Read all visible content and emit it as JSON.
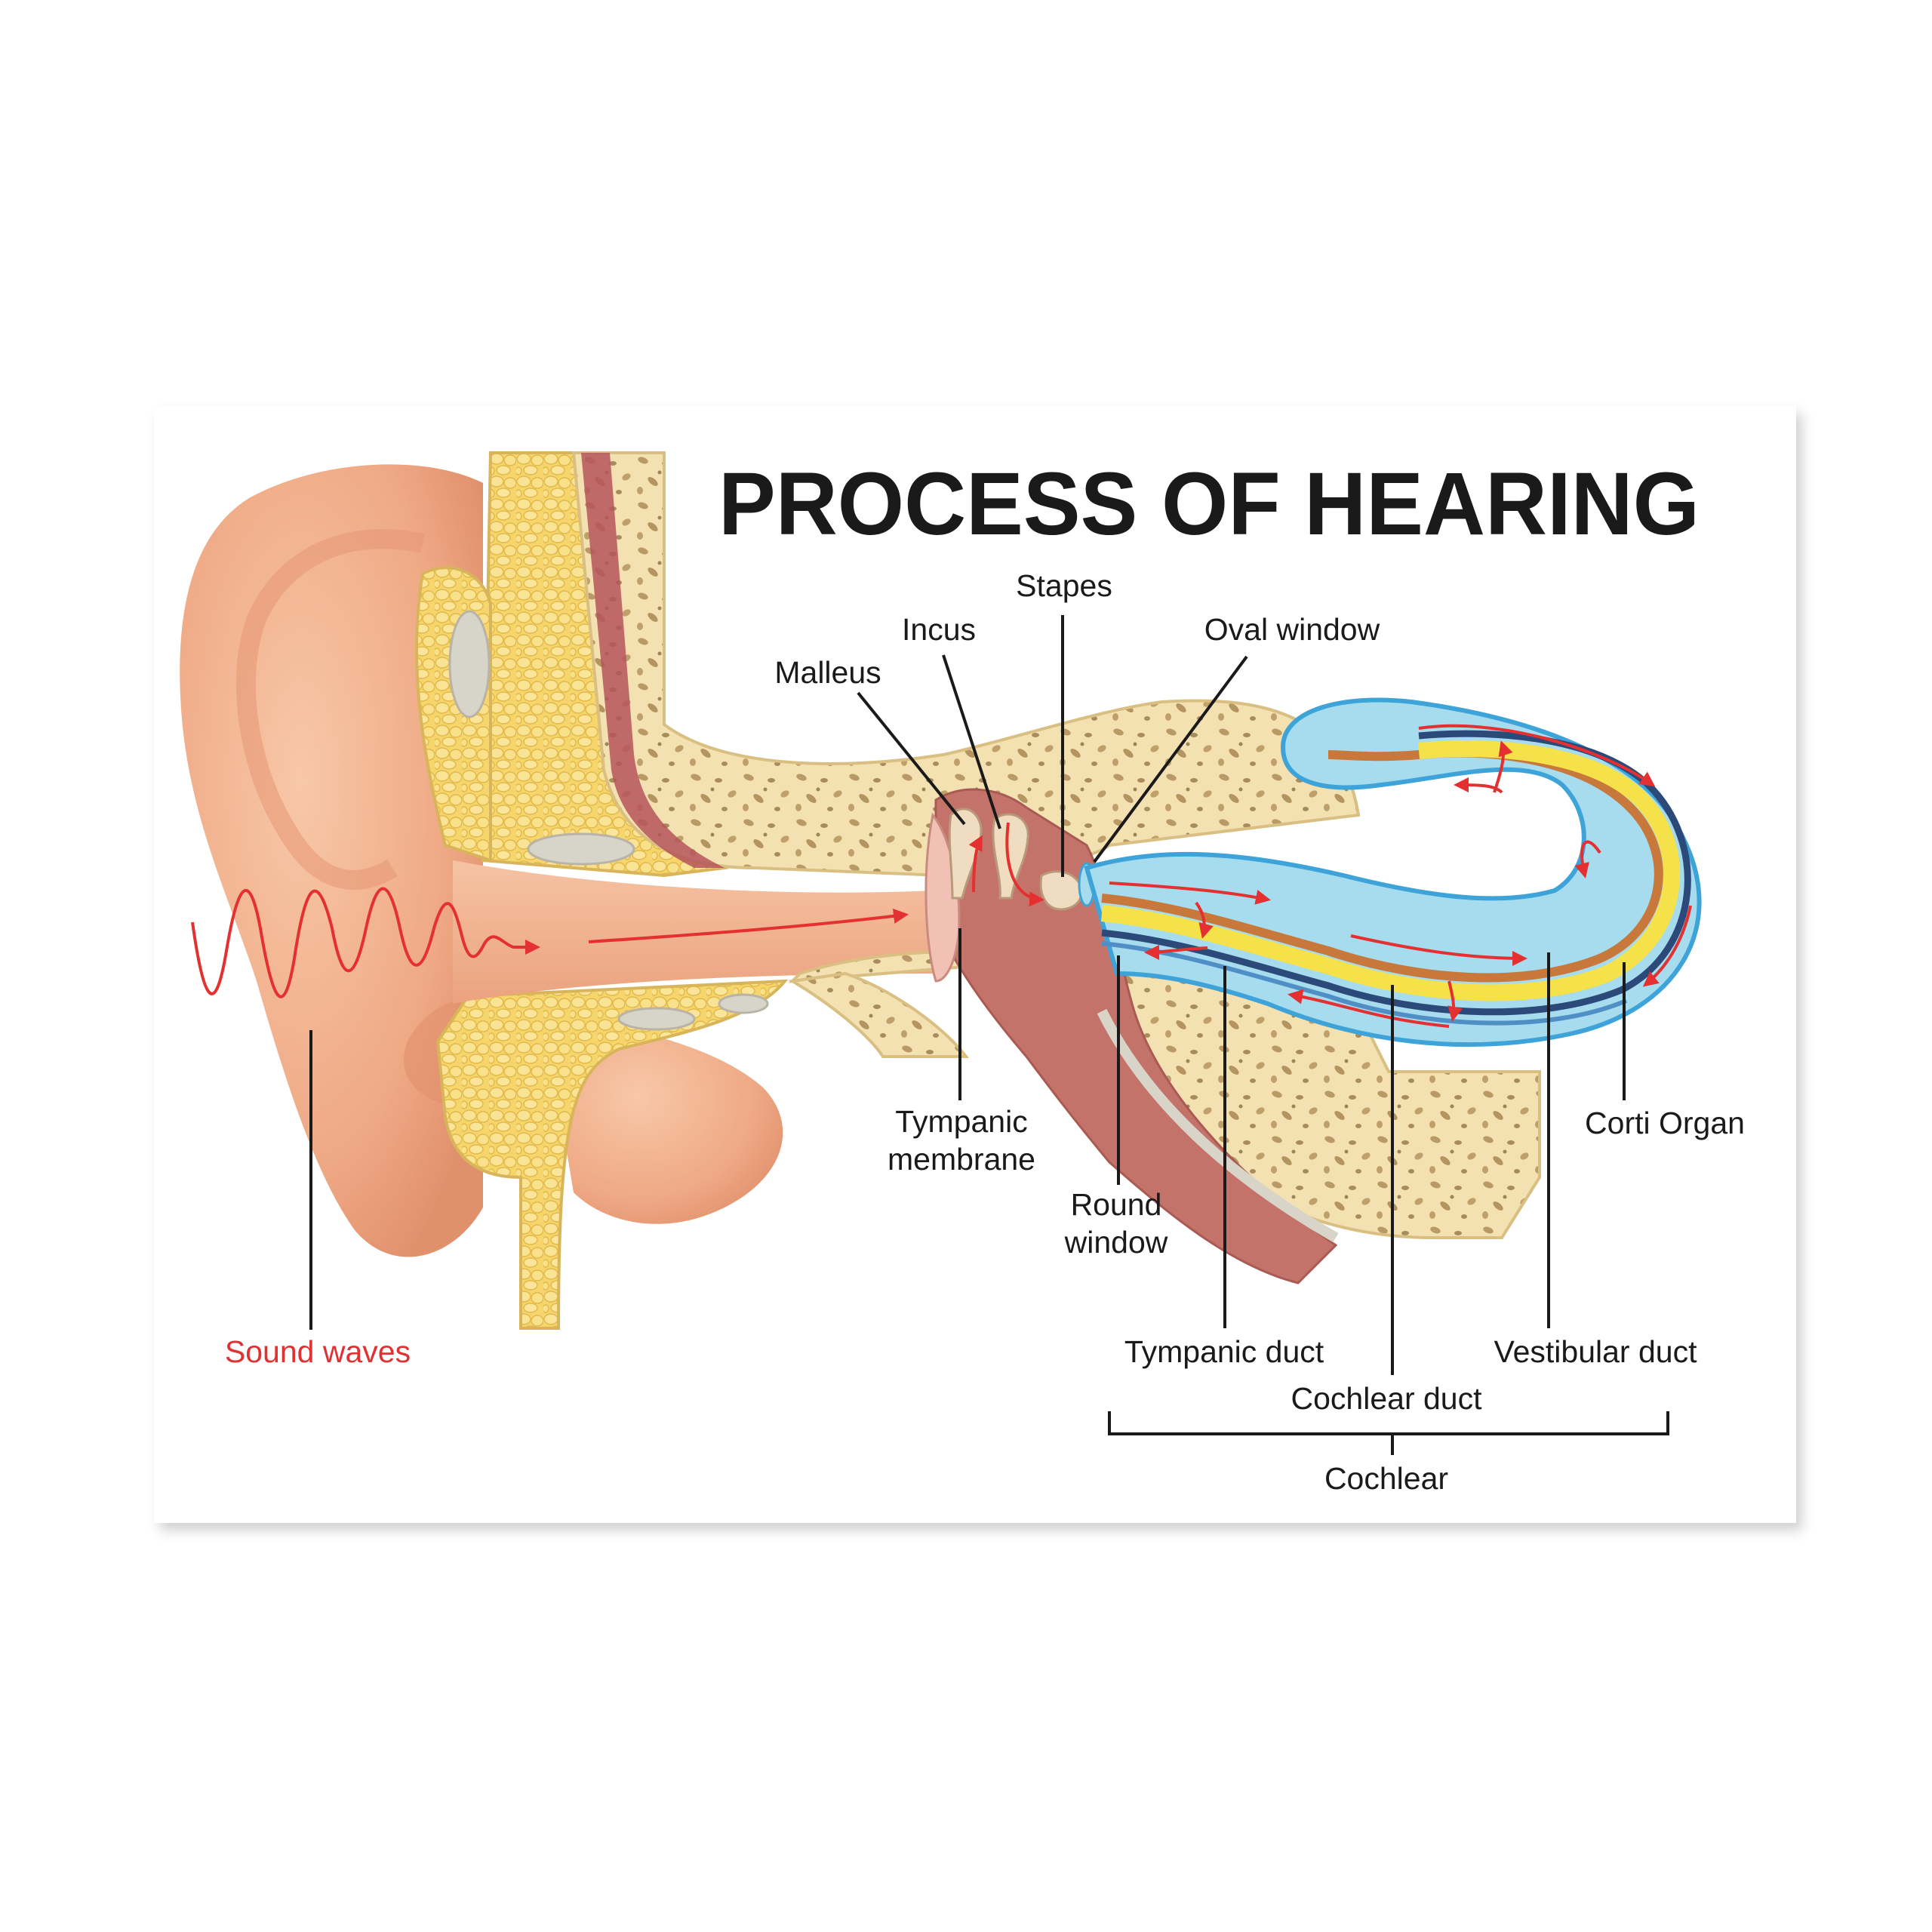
{
  "title": "PROCESS OF HEARING",
  "labels": {
    "sound_waves": "Sound waves",
    "malleus": "Malleus",
    "incus": "Incus",
    "stapes": "Stapes",
    "oval_window": "Oval window",
    "tympanic_membrane_line1": "Tympanic",
    "tympanic_membrane_line2": "membrane",
    "round_window_line1": "Round",
    "round_window_line2": "window",
    "tympanic_duct": "Tympanic duct",
    "cochlear_duct": "Cochlear duct",
    "vestibular_duct": "Vestibular duct",
    "corti_organ": "Corti Organ",
    "cochlear": "Cochlear"
  },
  "colors": {
    "skin": "#f2b38f",
    "fat": "#f5d870",
    "bone": "#f4e1b2",
    "bone_pores": "#c9ac78",
    "middle_ear": "#c4736b",
    "cochlea_fluid": "#a6dcee",
    "cochlea_outline": "#3ea3d8",
    "basilar_dark": "#2b4a7a",
    "basilar_mid": "#c8783a",
    "corti_yellow": "#f5e24a",
    "arrow_red": "#e43030",
    "label_red": "#e03232"
  }
}
